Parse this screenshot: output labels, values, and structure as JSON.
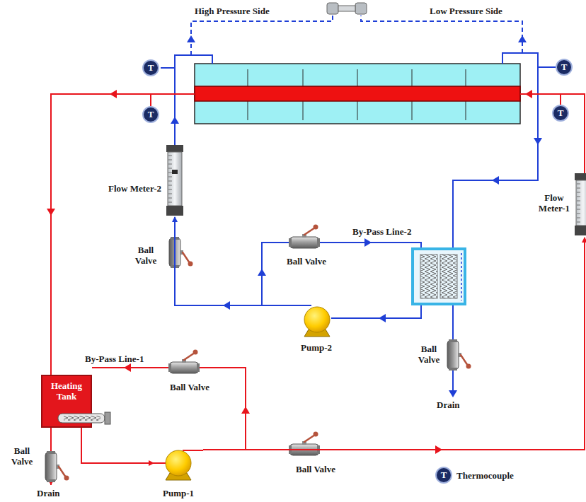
{
  "diagram": {
    "nodes": [
      {
        "text": [
          "T"
        ]
      },
      {
        "text": [
          "T"
        ]
      },
      {
        "text": [
          "T"
        ]
      },
      {
        "text": [
          "T"
        ]
      },
      {
        "text": [
          "Flow Meter-2"
        ]
      },
      {
        "text": [
          "Flow Meter-1"
        ]
      },
      {
        "text": [
          "Pump-2"
        ]
      },
      {
        "text": [
          "Heating Tank"
        ]
      },
      {
        "text": [
          "Pump-1"
        ]
      }
    ],
    "edges": [
      {
        "from": 7,
        "to": 8,
        "arrow": "to"
      },
      {
        "from": 8,
        "to": 5,
        "arrow": "to"
      },
      {
        "from": 6,
        "to": 4,
        "arrow": "to"
      }
    ],
    "labels": [
      "High Pressure Side",
      "Low Pressure Side",
      "Ball Valve",
      "By-Pass Line-2",
      "Ball Valve",
      "Ball Valve",
      "Drain",
      "By-Pass Line-1",
      "Ball Valve",
      "Ball Valve",
      "Ball Valve",
      "Drain",
      "T"
    ],
    "legend": [
      {
        "text": "Thermocouple"
      }
    ]
  }
}
